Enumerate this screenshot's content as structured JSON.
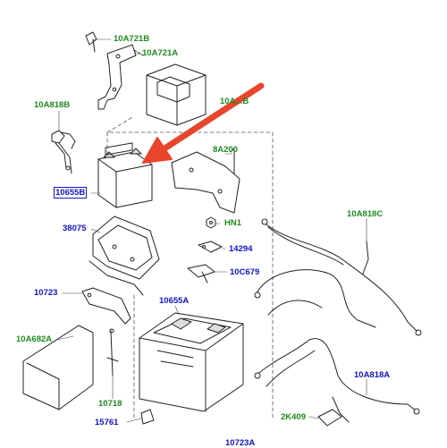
{
  "colors": {
    "green_callout": "#1f8a1f",
    "blue_callout": "#1414c8",
    "arrow": "#e8452c",
    "line_art": "#222222"
  },
  "labels": {
    "l_10a721b": "10A721B",
    "l_10a721a": "10A721A",
    "l_10a818b": "10A818B",
    "l_10a_hidden": "10A...B",
    "l_10655b": "10655B",
    "l_8a200": "8A200",
    "l_hn1": "HN1",
    "l_38075": "38075",
    "l_10a818c": "10A818C",
    "l_14294": "14294",
    "l_10c679": "10C679",
    "l_10723": "10723",
    "l_10655a": "10655A",
    "l_10a682a": "10A682A",
    "l_10718": "10718",
    "l_10a818a": "10A818A",
    "l_15761": "15761",
    "l_2k409": "2K409",
    "l_10723a_partial": "10723A"
  },
  "highlight": {
    "arrow_icon": "red-arrow-icon",
    "target": "10655B"
  }
}
